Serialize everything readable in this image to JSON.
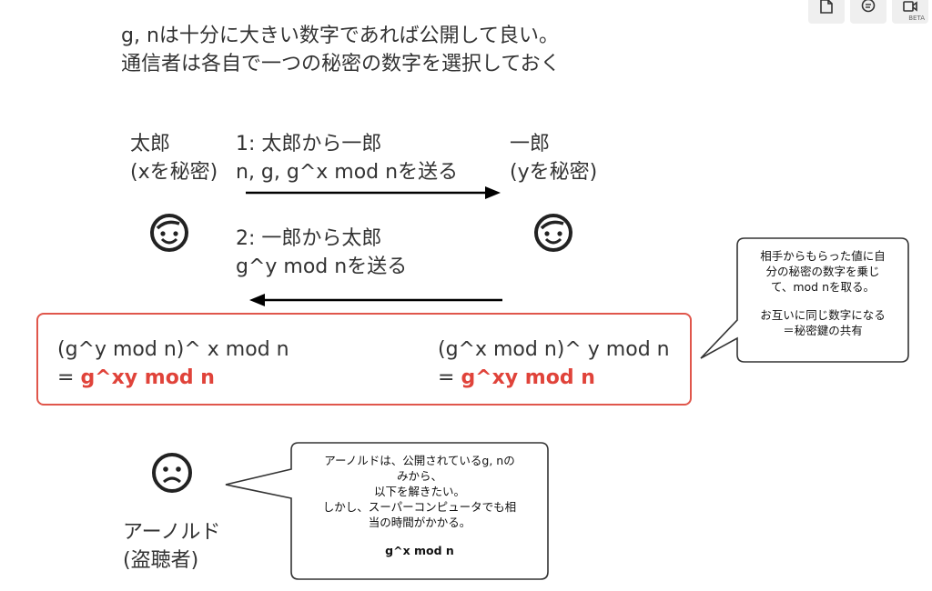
{
  "intro": {
    "line1": "g, nは十分に大きい数字であれば公開して良い。",
    "line2": "通信者は各自で一つの秘密の数字を選択しておく"
  },
  "taro": {
    "name": "太郎",
    "secret": "(xを秘密)",
    "icon": "smile-face-icon"
  },
  "ichiro": {
    "name": "一郎",
    "secret": "(yを秘密)",
    "icon": "smile-face-icon"
  },
  "step1": {
    "title": "1: 太郎から一郎",
    "body": "n, g, g^x mod nを送る"
  },
  "step2": {
    "title": "2: 一郎から太郎",
    "body": "g^y mod nを送る"
  },
  "result": {
    "left_expr": "(g^y mod n)^ x mod n",
    "left_eq": "= ",
    "left_value": "g^xy mod n",
    "right_expr": "(g^x mod n)^ y mod n",
    "right_eq": "= ",
    "right_value": "g^xy mod n",
    "border_color": "#e0564b",
    "value_color": "#e0433a"
  },
  "note_top": {
    "lines": [
      "相手からもらった値に自",
      "分の秘密の数字を乗じ",
      "て、mod nを取る。",
      "",
      "お互いに同じ数字になる",
      "＝秘密鍵の共有"
    ]
  },
  "arnold": {
    "name": "アーノルド",
    "role": "(盗聴者)",
    "icon": "sad-face-icon"
  },
  "note_bottom": {
    "lines": [
      "アーノルドは、公開されているg, nの",
      "みから、",
      "以下を解きたい。",
      "しかし、スーパーコンピュータでも相",
      "当の時間がかかる。",
      ""
    ],
    "formula": "g^x mod n"
  },
  "toolbar": {
    "buttons": [
      {
        "icon": "page-icon"
      },
      {
        "icon": "comment-icon"
      },
      {
        "icon": "video-icon",
        "badge": "BETA"
      }
    ]
  }
}
